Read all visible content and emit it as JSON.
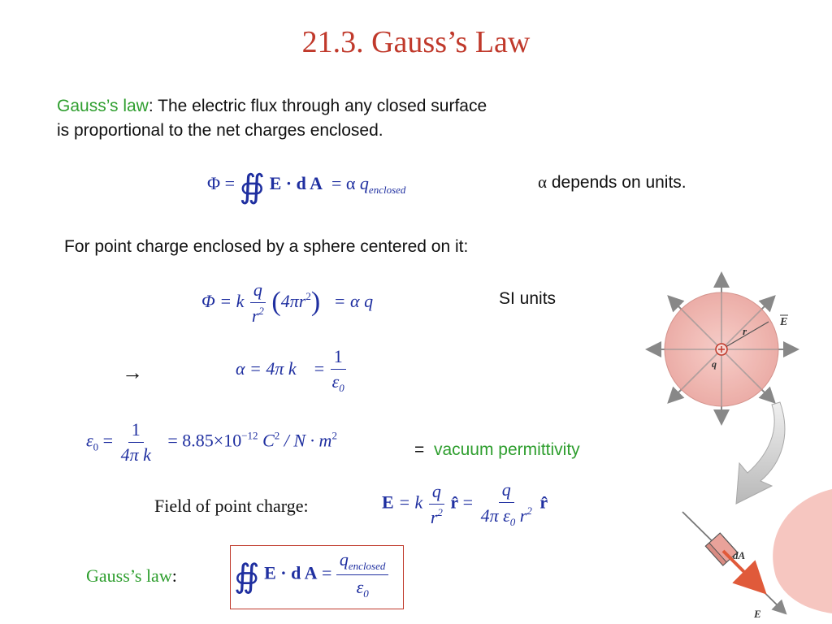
{
  "slide": {
    "title": "21.3.   Gauss’s Law",
    "intro_term": "Gauss’s law",
    "intro_colon": ":  ",
    "intro_line1": "The electric flux through any closed surface",
    "intro_line2": "is proportional to the net charges enclosed.",
    "alpha_note_symbol": "α",
    "alpha_note_text": " depends on units.",
    "point_charge_text": "For point charge enclosed by a sphere centered on it:",
    "si_units": "SI units",
    "arrow": "→",
    "equals_sign": "=",
    "vacuum_permittivity": "vacuum permittivity",
    "field_label": "Field of point charge:",
    "bottom_term": "Gauss’s law",
    "bottom_colon": ":"
  },
  "equations": {
    "eq1": {
      "lhs": "Φ =",
      "integrand": "E · d A",
      "middle": "= α",
      "q": "q",
      "sub": "enclosed"
    },
    "eq2": {
      "lhs": "Φ = k",
      "num": "q",
      "den": "r",
      "den_sup": "2",
      "paren": "4πr",
      "paren_sup": "2",
      "rhs": "= α  q"
    },
    "eq3": {
      "lhs": "α = 4π  k",
      "eq": "=",
      "num": "1",
      "den": "ε",
      "den_sub": "0"
    },
    "eq4": {
      "lhs": "ε",
      "lhs_sub": "0",
      "eq": " =",
      "num": "1",
      "den": "4π  k",
      "value": "= 8.85×10",
      "exp": "−12",
      "units_c": "C",
      "units_c_sup": "2",
      "units_rest": " / N · m",
      "units_m_sup": "2"
    },
    "eq5": {
      "E": "E",
      "eq_k": "= k",
      "num": "q",
      "den": "r",
      "den_sup": "2",
      "rhat": "r̂",
      "eq": "=",
      "num2": "q",
      "den2": "4π  ε",
      "den2_sub": "0",
      "den2_r": " r",
      "den2_sup": "2",
      "rhat2": "r̂"
    },
    "eq6": {
      "integrand": "E · d A",
      "eq": "=",
      "num": "q",
      "num_sub": "enclosed",
      "den": "ε",
      "den_sub": "0"
    }
  },
  "figure": {
    "label_E": "E",
    "label_r": "r",
    "label_q": "q",
    "label_dA": "dA",
    "label_E2": "E"
  }
}
